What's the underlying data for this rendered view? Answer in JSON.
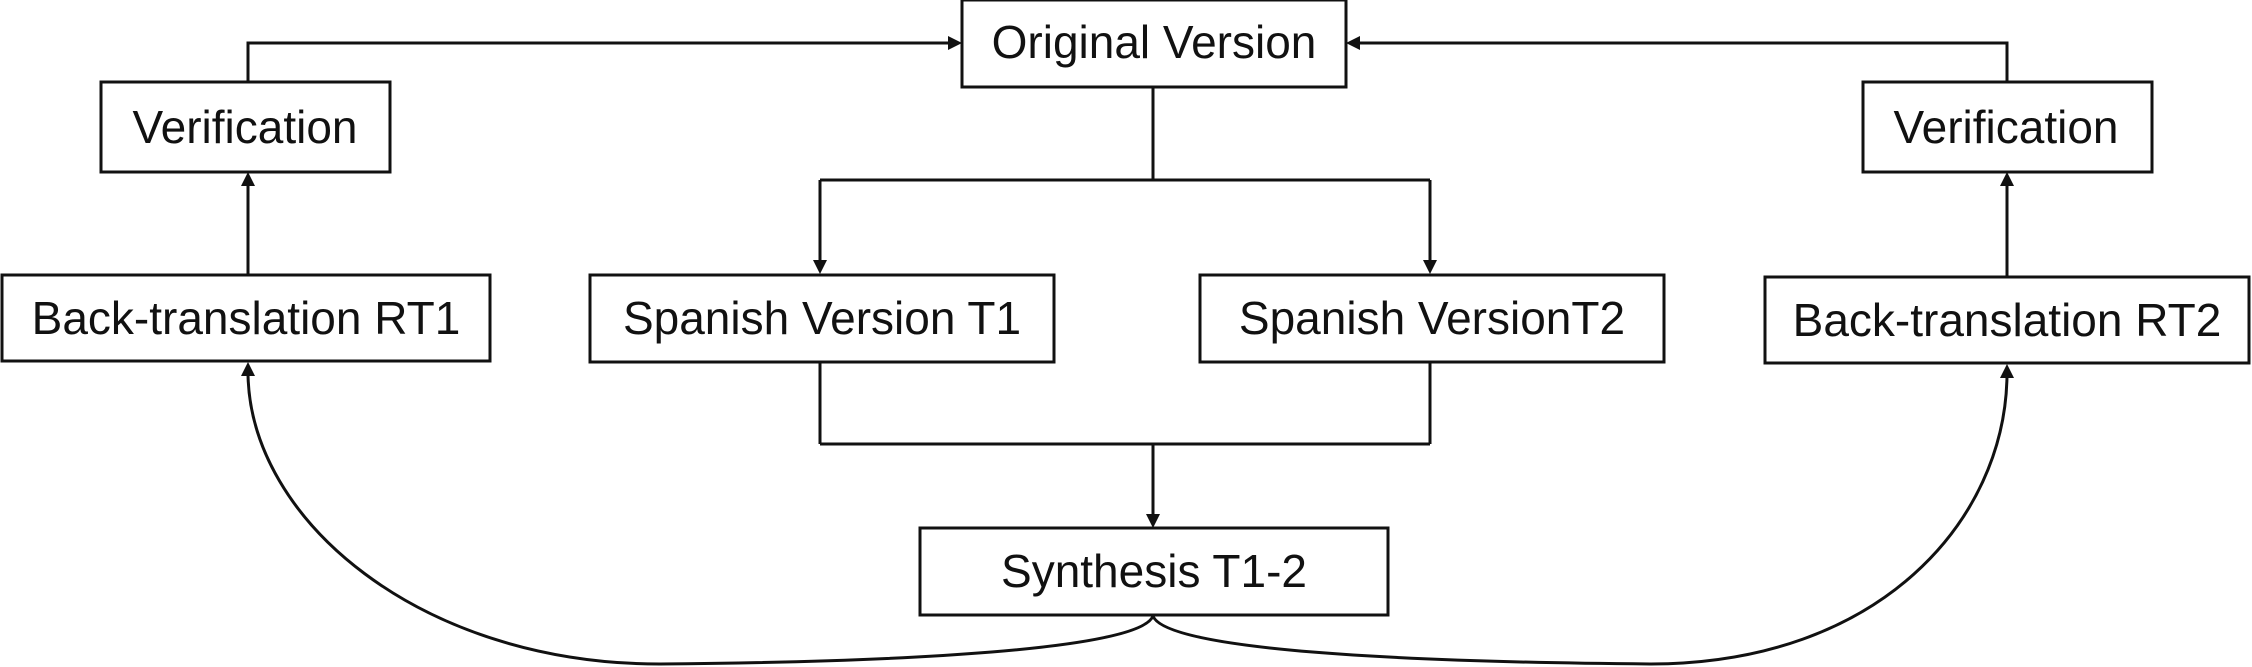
{
  "diagram": {
    "nodes": {
      "original": "Original Version",
      "verification_left": "Verification",
      "verification_right": "Verification",
      "back_translation_rt1": "Back-translation RT1",
      "spanish_t1": "Spanish Version T1",
      "spanish_t2": "Spanish VersionT2",
      "back_translation_rt2": "Back-translation RT2",
      "synthesis": "Synthesis T1-2"
    },
    "colors": {
      "line": "#111111",
      "box_fill": "#ffffff"
    }
  }
}
